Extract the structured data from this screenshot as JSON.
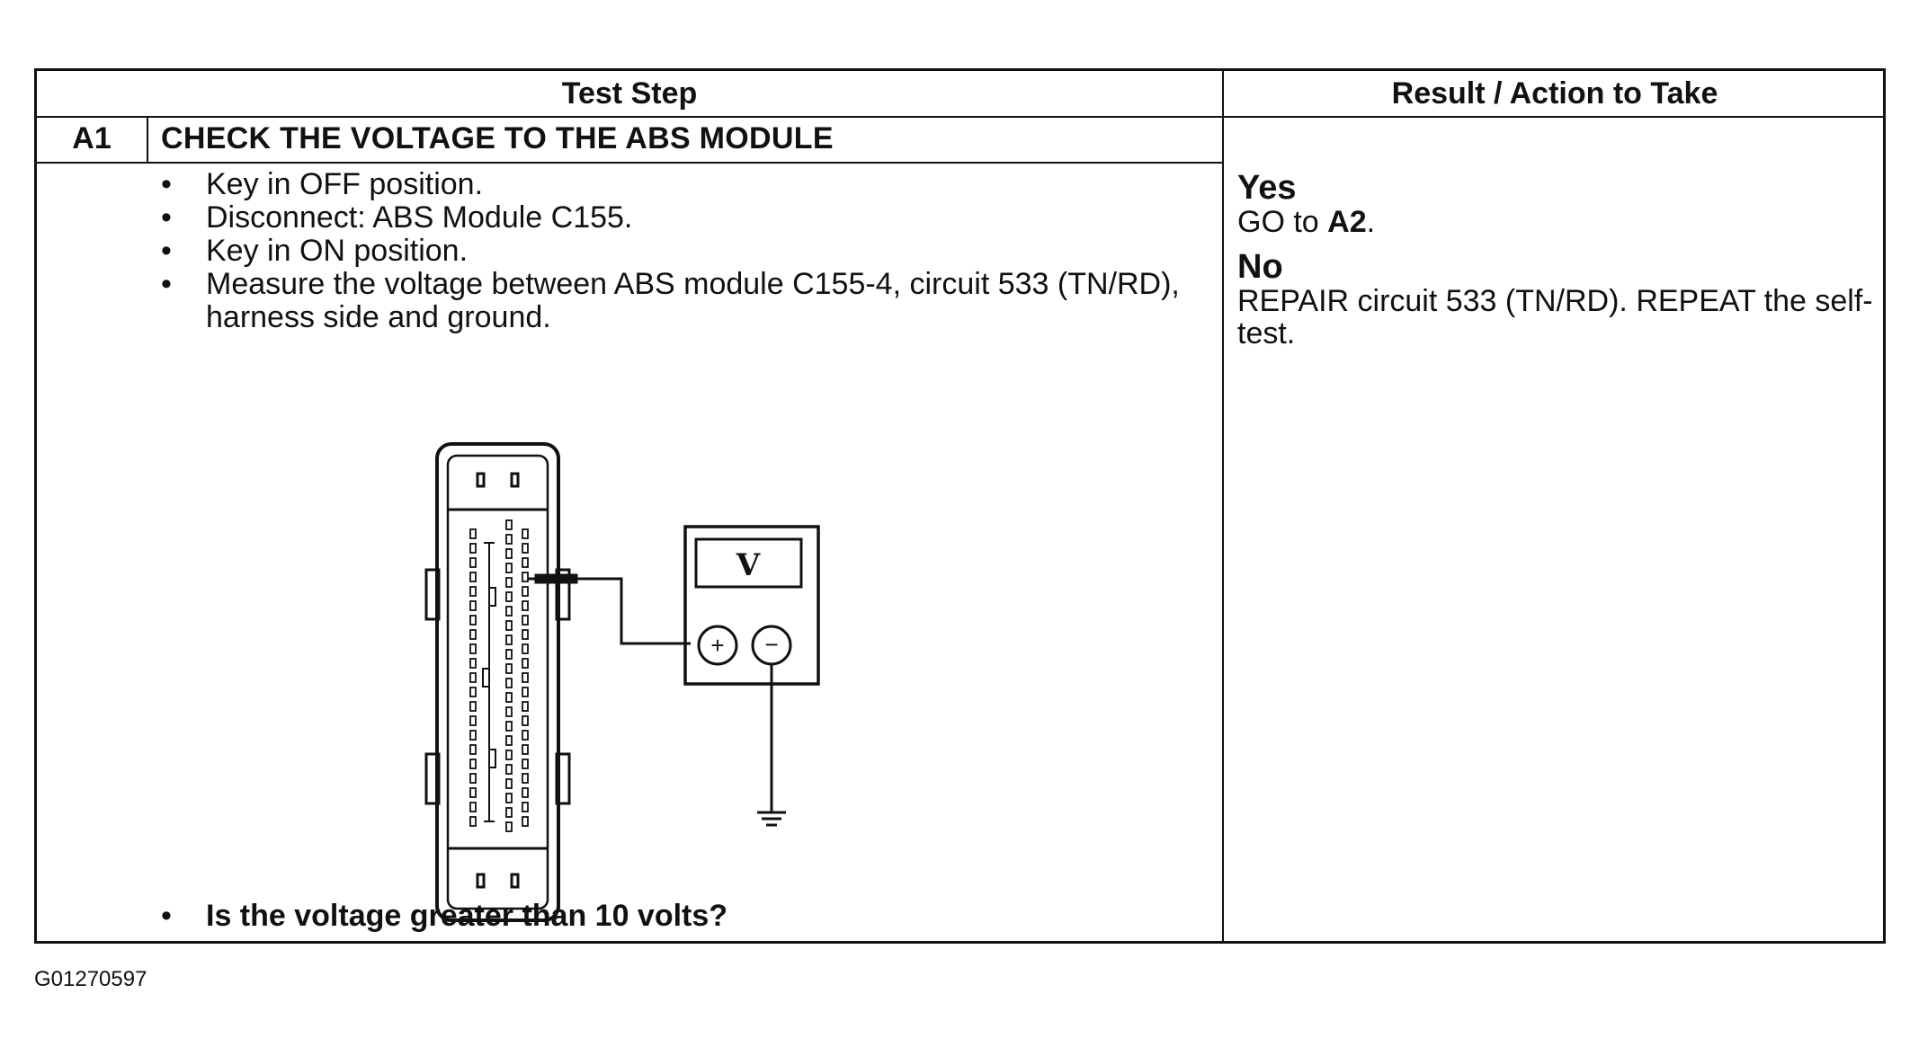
{
  "table": {
    "header_test_step": "Test Step",
    "header_result": "Result / Action to Take"
  },
  "step": {
    "id": "A1",
    "title": "CHECK THE VOLTAGE TO THE ABS MODULE",
    "bullets": [
      "Key in OFF position.",
      "Disconnect: ABS Module C155.",
      "Key in ON position.",
      "Measure the voltage between ABS module C155-4, circuit 533 (TN/RD), harness side and ground."
    ],
    "question": "Is the voltage greater than 10 volts?"
  },
  "diagram": {
    "meter_symbol": "V",
    "plus_symbol": "+",
    "minus_symbol": "−"
  },
  "result": {
    "yes_label": "Yes",
    "yes_action_prefix": "GO to ",
    "yes_action_target": "A2",
    "yes_action_suffix": ".",
    "no_label": "No",
    "no_action": "REPAIR circuit 533 (TN/RD). REPEAT the self-test."
  },
  "figure_id": "G01270597"
}
